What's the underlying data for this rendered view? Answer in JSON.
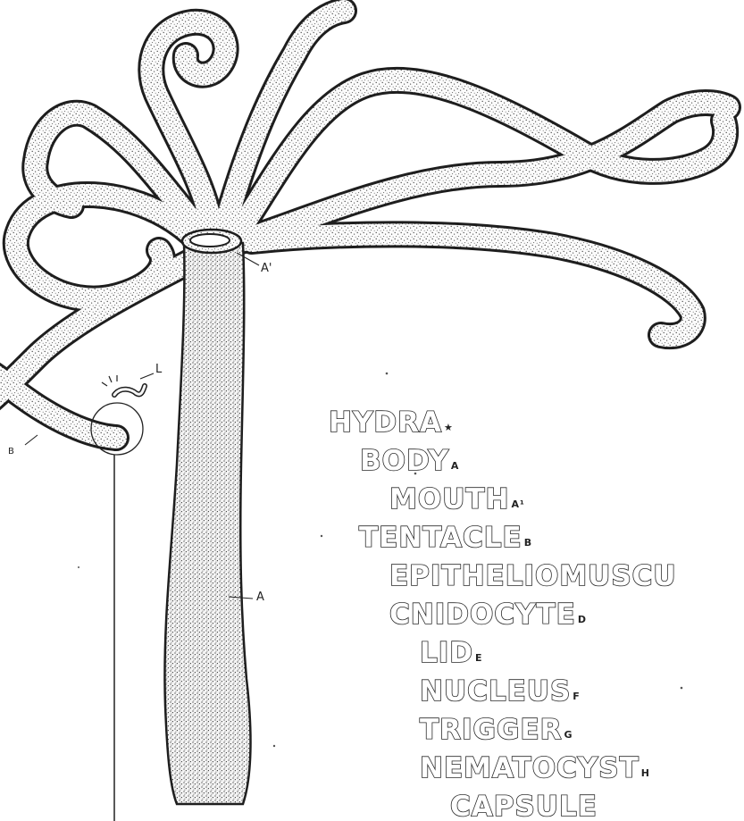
{
  "diagram": {
    "pointer_labels": {
      "body": "A",
      "mouth": "A'",
      "tentacle": "B",
      "prey": "L"
    },
    "terms": [
      {
        "name": "HYDRA",
        "sub": "★"
      },
      {
        "name": "BODY",
        "sub": "A"
      },
      {
        "name": "MOUTH",
        "sub": "A¹"
      },
      {
        "name": "TENTACLE",
        "sub": "B"
      },
      {
        "name": "EPITHELIOMUSCU",
        "sub": ""
      },
      {
        "name": "CNIDOCYTE",
        "sub": "D"
      },
      {
        "name": "LID",
        "sub": "E"
      },
      {
        "name": "NUCLEUS",
        "sub": "F"
      },
      {
        "name": "TRIGGER",
        "sub": "G"
      },
      {
        "name": "NEMATOCYST",
        "sub": "H"
      },
      {
        "name": "CAPSULE",
        "sub": ""
      }
    ]
  }
}
